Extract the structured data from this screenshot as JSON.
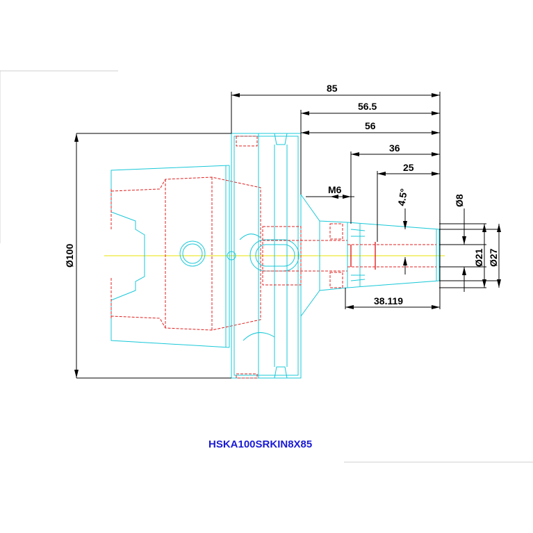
{
  "title": "HSKA100SRKIN8X85",
  "dimensions": {
    "total_length": "85",
    "length_1": "56.5",
    "length_2": "56",
    "length_3": "36",
    "length_4": "25",
    "taper_angle": "4.5°",
    "thread": "M6",
    "flange_diameter": "Ø100",
    "bore_diameter": "Ø8",
    "nose_diameter_1": "Ø21",
    "nose_diameter_2": "Ø27",
    "nose_length": "38.119"
  },
  "colors": {
    "outline": "#19c8d8",
    "hidden": "#e02020",
    "dimension": "#000000",
    "centerline": "#e8e000",
    "title": "#1a1ad6"
  }
}
